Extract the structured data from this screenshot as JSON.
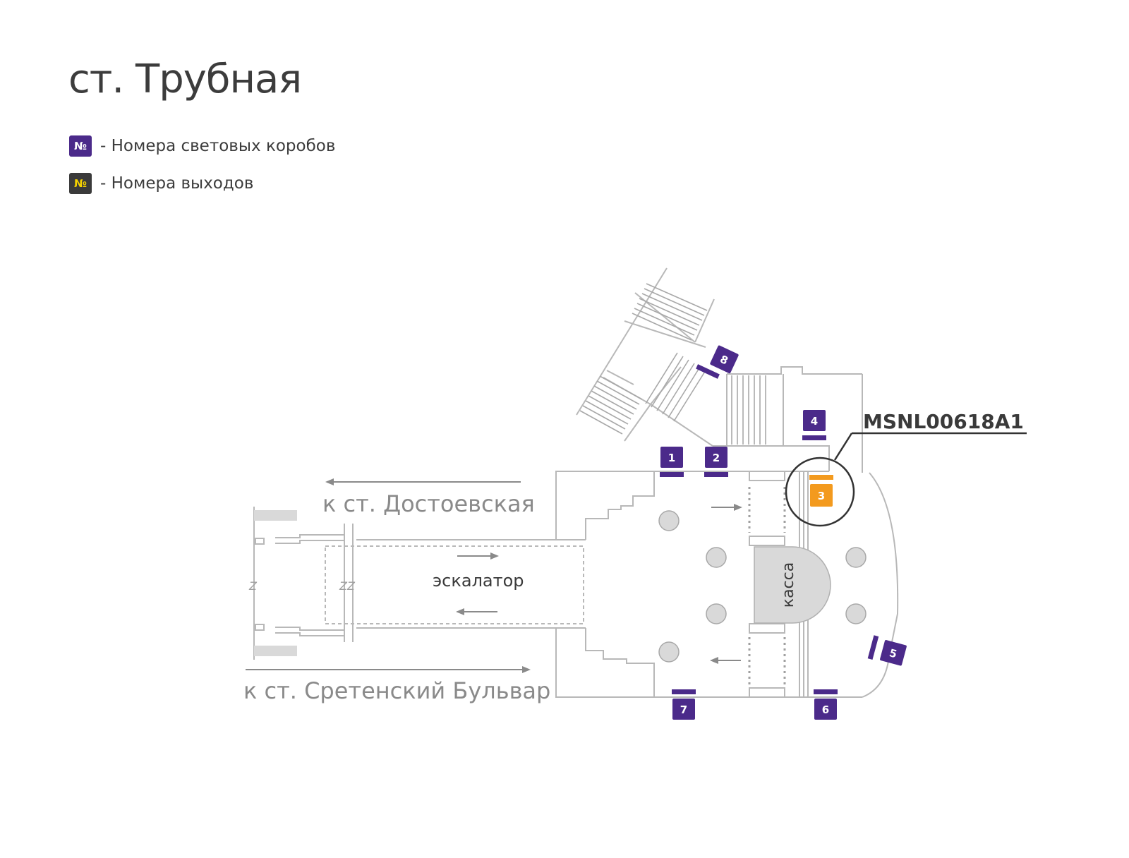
{
  "title": "ст. Трубная",
  "colors": {
    "box": "#4b2a8a",
    "exit_bg": "#3a3a3a",
    "exit_fg": "#f5d200",
    "highlight": "#f39a1e",
    "wall": "#b8b8b8",
    "arrow": "#8a8a8a"
  },
  "legend": [
    {
      "symbol": "№",
      "text": "- Номера световых коробов"
    },
    {
      "symbol": "№",
      "text": "- Номера выходов"
    }
  ],
  "map": {
    "directions": {
      "dostoevskaya": "к ст. Достоевская",
      "sretensky": "к ст. Сретенский Бульвар"
    },
    "escalator": "эскалатор",
    "kassa": "касса",
    "callout": "MSNL00618A1",
    "boxes": [
      "1",
      "2",
      "3",
      "4",
      "5",
      "6",
      "7",
      "8"
    ],
    "break_marks": {
      "left": "Z",
      "right": "ZZ"
    }
  }
}
